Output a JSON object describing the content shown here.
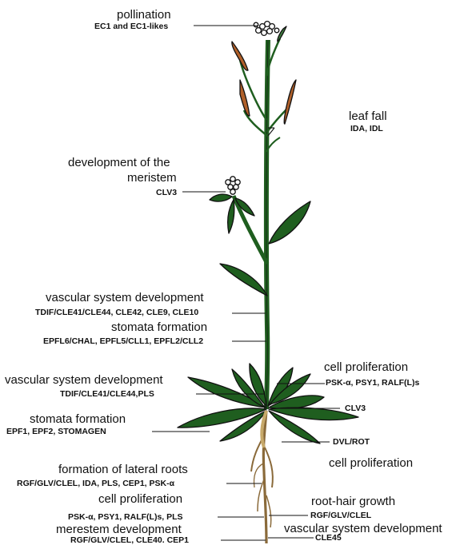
{
  "labels": {
    "pollination": "pollination",
    "ec1": "EC1 and EC1-likes",
    "leaf_fall": "leaf fall",
    "ida_idl": "IDA, IDL",
    "dev_meristem_1": "development of the",
    "dev_meristem_2": "meristem",
    "clv3_top": "CLV3",
    "vasc_dev_1": "vascular system development",
    "tdif_1": "TDIF/CLE41/CLE44, CLE42, CLE9, CLE10",
    "stomata_1": "stomata formation",
    "epfl": "EPFL6/CHAL, EPFL5/CLL1, EPFL2/CLL2",
    "cell_prolif_1": "cell proliferation",
    "psk_right": "PSK-α, PSY1, RALF(L)s",
    "vasc_dev_2": "vascular system development",
    "tdif_2": "TDIF/CLE41/CLE44,PLS",
    "clv3_right": "CLV3",
    "stomata_2": "stomata formation",
    "epf": "EPF1, EPF2, STOMAGEN",
    "dvl_rot": "DVL/ROT",
    "cell_prolif_2": "cell proliferation",
    "lateral_roots": "formation of lateral roots",
    "rgf_1": "RGF/GLV/CLEL, IDA, PLS, CEP1, PSK-α",
    "cell_prolif_3": "cell proliferation",
    "root_hair": "root-hair growth",
    "psk_left": "PSK-α, PSY1, RALF(L)s, PLS",
    "rgf_right": "RGF/GLV/CLEL",
    "merestem_dev": "merestem development",
    "vasc_dev_3": "vascular system development",
    "rgf_2": "RGF/GLV/CLEL, CLE40. CEP1",
    "cle45": "CLE45"
  },
  "colors": {
    "leaf": "#1f5e1f",
    "silique": "#b0602a",
    "root": "#8a6a3a",
    "flower": "#ffffff",
    "outline": "#111111"
  }
}
